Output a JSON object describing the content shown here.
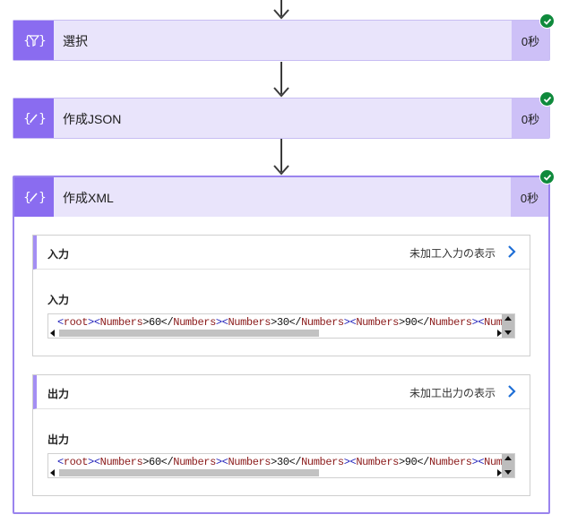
{
  "actions": [
    {
      "title": "選択",
      "duration": "0秒",
      "icon": "filter-braces-icon",
      "status": "succeeded"
    },
    {
      "title": "作成JSON",
      "duration": "0秒",
      "icon": "compose-braces-icon",
      "status": "succeeded"
    },
    {
      "title": "作成XML",
      "duration": "0秒",
      "icon": "compose-braces-icon",
      "status": "succeeded"
    }
  ],
  "input_section": {
    "heading": "入力",
    "raw_link": "未加工入力の表示",
    "field_label": "入力",
    "code_tokens": [
      "<",
      "root",
      "><",
      "Numbers",
      ">60</",
      "Numbers",
      "><",
      "Numbers",
      ">30</",
      "Numbers",
      "><",
      "Numbers",
      ">90</",
      "Numbers",
      "><",
      "Num"
    ]
  },
  "output_section": {
    "heading": "出力",
    "raw_link": "未加工出力の表示",
    "field_label": "出力",
    "code_tokens": [
      "<",
      "root",
      "><",
      "Numbers",
      ">60</",
      "Numbers",
      "><",
      "Numbers",
      ">30</",
      "Numbers",
      "><",
      "Numbers",
      ">90</",
      "Numbers",
      "><",
      "Num"
    ]
  },
  "colors": {
    "card_bg": "#e9e4fb",
    "icon_bg": "#8a6cf0",
    "duration_bg": "#cdc0f7",
    "success": "#0f8a3c",
    "link_chevron": "#1f6fd6"
  }
}
